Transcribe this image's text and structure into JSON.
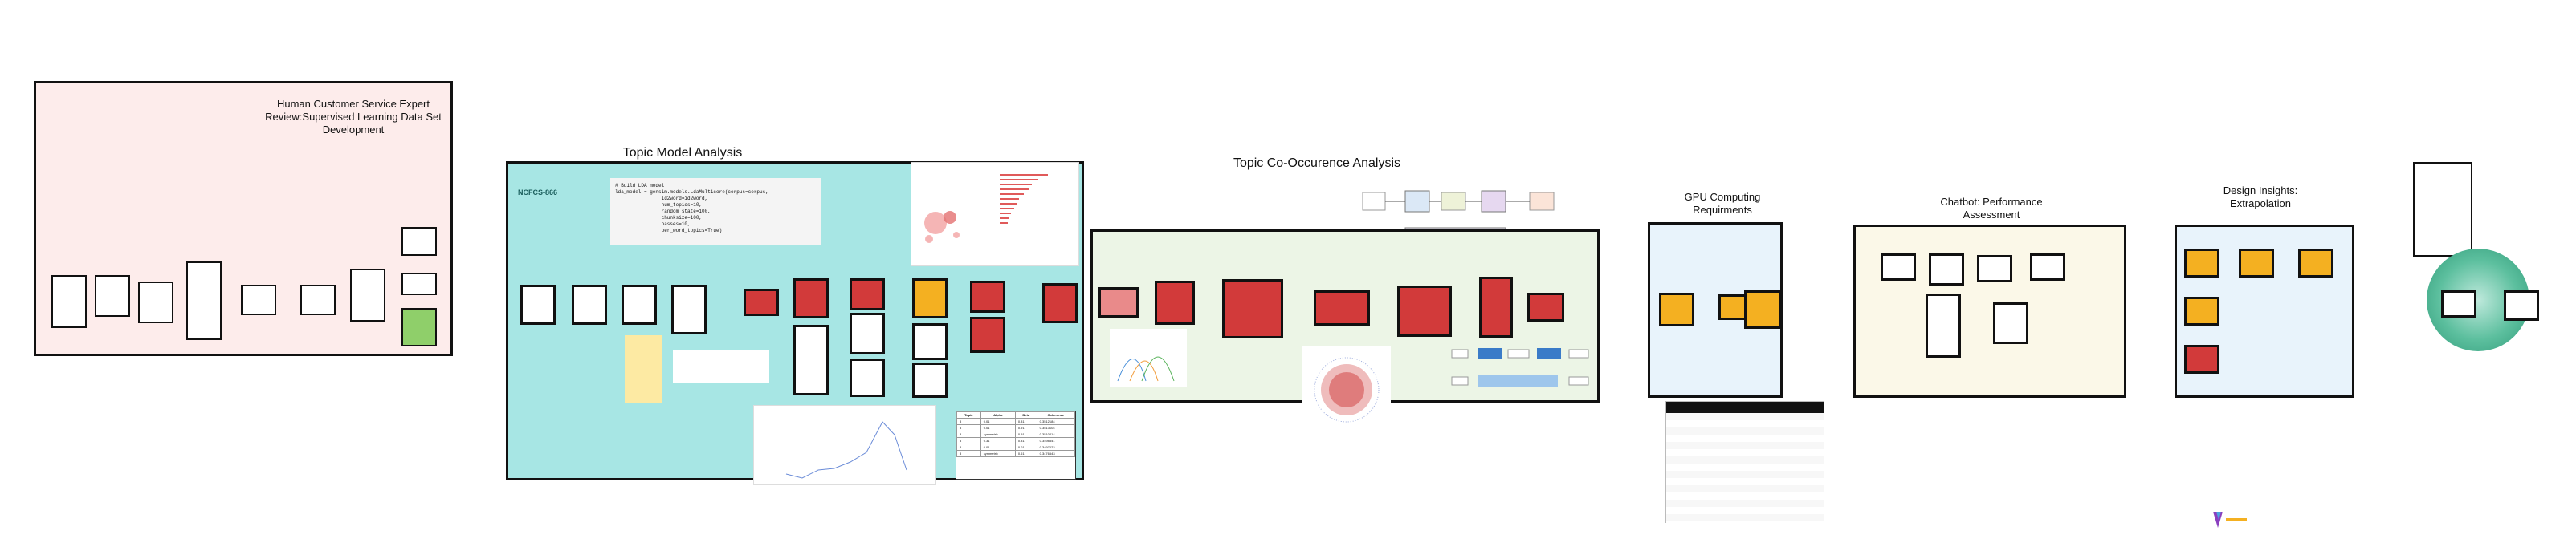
{
  "sections": {
    "review_title": "Human Customer Service Expert Review:Supervised Learning Data Set Development",
    "topic_model_title": "Topic Model Analysis",
    "cooccurrence_title": "Topic Co-Occurence Analysis",
    "gpu_title": "GPU Computing Requirments",
    "chatbot_title": "Chatbot: Performance Assessment",
    "design_title": "Design Insights: Extrapolation"
  },
  "topic_model": {
    "ncfcs_label": "NCFCS-866",
    "code_text": "# Build LDA model\nlda_model = gensim.models.LdaMulticore(corpus=corpus,\n                id2word=id2word,\n                num_topics=10,\n                random_state=100,\n                chunksize=100,\n                passes=10,\n                per_word_topics=True)",
    "table_headers": [
      "Topic",
      "Alpha",
      "Beta",
      "Coherence"
    ],
    "table_rows": [
      [
        "8",
        "0.01",
        "0.31",
        "0.3512184"
      ],
      [
        "8",
        "0.01",
        "0.91",
        "0.3513104"
      ],
      [
        "8",
        "symmetric",
        "0.91",
        "0.3510214"
      ],
      [
        "8",
        "0.31",
        "0.31",
        "0.3498541"
      ],
      [
        "8",
        "0.01",
        "0.01",
        "0.3497023"
      ],
      [
        "8",
        "symmetric",
        "0.61",
        "0.3476543"
      ]
    ]
  },
  "colors": {
    "review_bg": "#fdeceb",
    "topic_bg": "#a7e6e4",
    "cooc_bg": "#ecf5e6",
    "gpu_bg": "#e8f3fb",
    "chatbot_bg": "#fbf8e8",
    "design_bg": "#e8f3fb",
    "red": "#d23a3a",
    "orange": "#f4b021",
    "green": "#8fcf6a",
    "teal_circle": "#3aa98a"
  }
}
